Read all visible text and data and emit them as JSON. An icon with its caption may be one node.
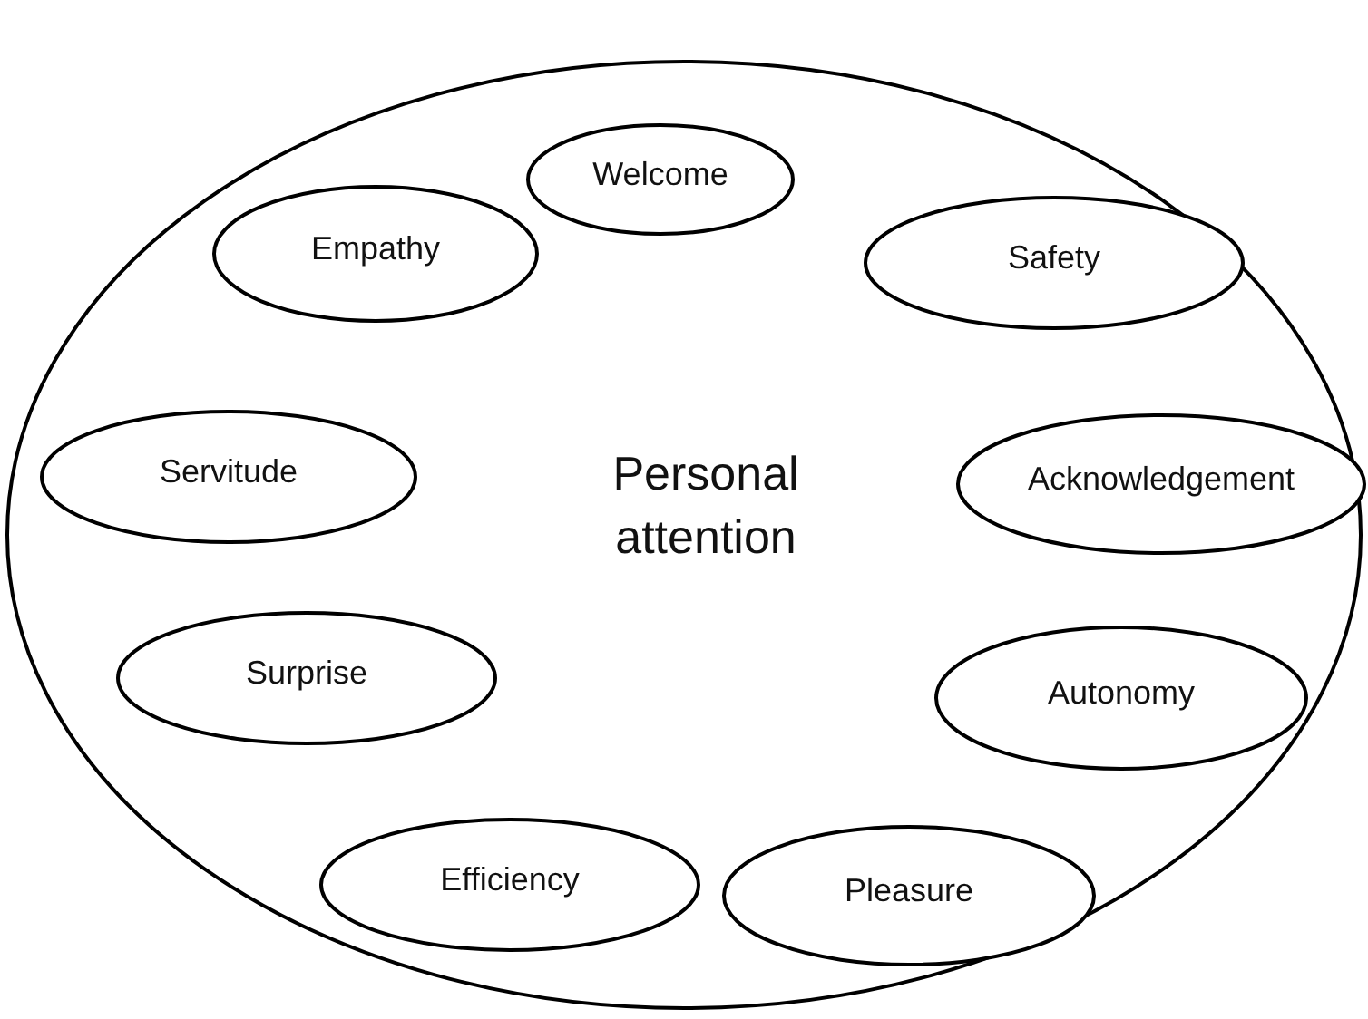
{
  "diagram": {
    "nodes": [
      {
        "text": [
          "Personal attention"
        ]
      },
      {
        "text": [
          "Welcome"
        ],
        "in": 0
      },
      {
        "text": [
          "Empathy"
        ],
        "in": 0
      },
      {
        "text": [
          "Safety"
        ],
        "in": 0
      },
      {
        "text": [
          "Servitude"
        ],
        "in": 0
      },
      {
        "text": [
          "Acknowledgement"
        ],
        "in": 0
      },
      {
        "text": [
          "Surprise"
        ],
        "in": 0
      },
      {
        "text": [
          "Autonomy"
        ],
        "in": 0
      },
      {
        "text": [
          "Efficiency"
        ],
        "in": 0
      },
      {
        "text": [
          "Pleasure"
        ],
        "in": 0
      }
    ]
  }
}
